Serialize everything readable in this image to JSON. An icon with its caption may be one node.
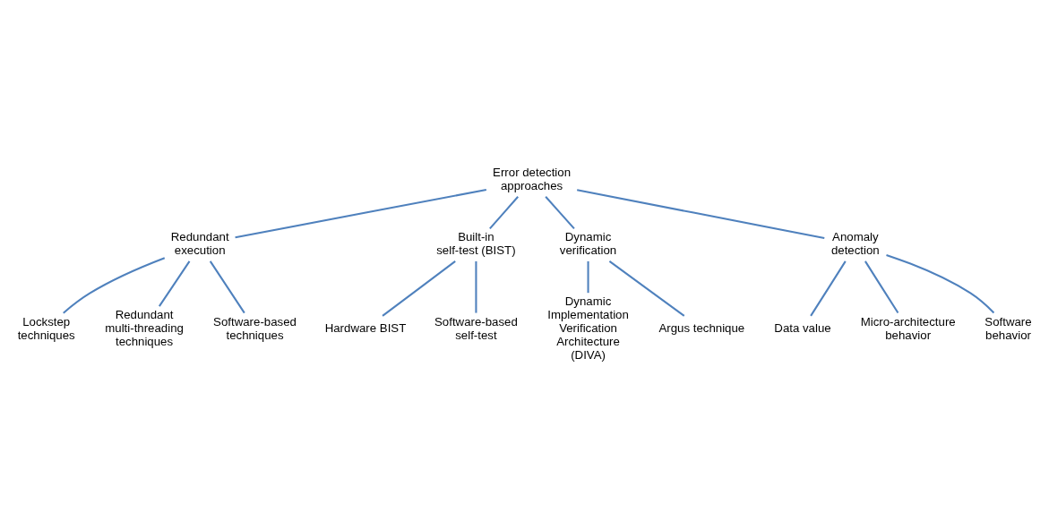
{
  "diagram": {
    "nodes": [
      {
        "text": [
          "Error detection approaches"
        ]
      },
      {
        "text": [
          "Redundant execution"
        ]
      },
      {
        "text": [
          "Built-in self-test (BIST)"
        ]
      },
      {
        "text": [
          "Dynamic verification"
        ]
      },
      {
        "text": [
          "Anomaly detection"
        ]
      },
      {
        "text": [
          "Lockstep techniques"
        ]
      },
      {
        "text": [
          "Redundant multi-threading techniques"
        ]
      },
      {
        "text": [
          "Software-based techniques"
        ]
      },
      {
        "text": [
          "Hardware BIST"
        ]
      },
      {
        "text": [
          "Software-based self-test"
        ]
      },
      {
        "text": [
          "Dynamic Implementation Verification Architecture (DIVA)"
        ]
      },
      {
        "text": [
          "Argus technique"
        ]
      },
      {
        "text": [
          "Data value"
        ]
      },
      {
        "text": [
          "Micro-architecture behavior"
        ]
      },
      {
        "text": [
          "Software behavior"
        ]
      }
    ],
    "edges": [
      {
        "from": 0,
        "to": 1,
        "arrow": "none"
      },
      {
        "from": 0,
        "to": 2,
        "arrow": "none"
      },
      {
        "from": 0,
        "to": 3,
        "arrow": "none"
      },
      {
        "from": 0,
        "to": 4,
        "arrow": "none"
      },
      {
        "from": 1,
        "to": 5,
        "arrow": "none"
      },
      {
        "from": 1,
        "to": 6,
        "arrow": "none"
      },
      {
        "from": 1,
        "to": 7,
        "arrow": "none"
      },
      {
        "from": 2,
        "to": 8,
        "arrow": "none"
      },
      {
        "from": 2,
        "to": 9,
        "arrow": "none"
      },
      {
        "from": 3,
        "to": 10,
        "arrow": "none"
      },
      {
        "from": 3,
        "to": 11,
        "arrow": "none"
      },
      {
        "from": 4,
        "to": 12,
        "arrow": "none"
      },
      {
        "from": 4,
        "to": 13,
        "arrow": "none"
      },
      {
        "from": 4,
        "to": 14,
        "arrow": "none"
      }
    ]
  }
}
